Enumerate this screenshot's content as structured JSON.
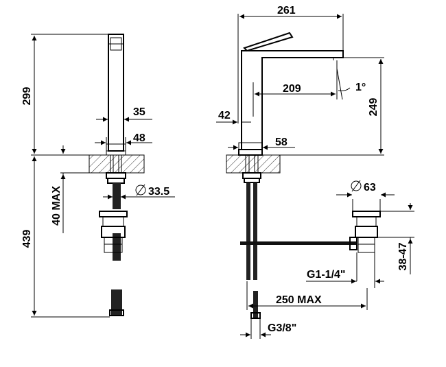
{
  "labels": {
    "total_height_upper": "299",
    "total_height_lower": "439",
    "dia_35": "35",
    "dia_48": "48",
    "max_40": "40 MAX",
    "dia_33_5": "33.5",
    "spout_length": "261",
    "reach": "209",
    "angle": "1°",
    "spout_height": "249",
    "base_42": "42",
    "base_58": "58",
    "waste_dia": "63",
    "waste_range": "38-47",
    "thread_waste": "G1-1/4\"",
    "waste_distance": "250 MAX",
    "thread_hose": "G3/8\""
  }
}
